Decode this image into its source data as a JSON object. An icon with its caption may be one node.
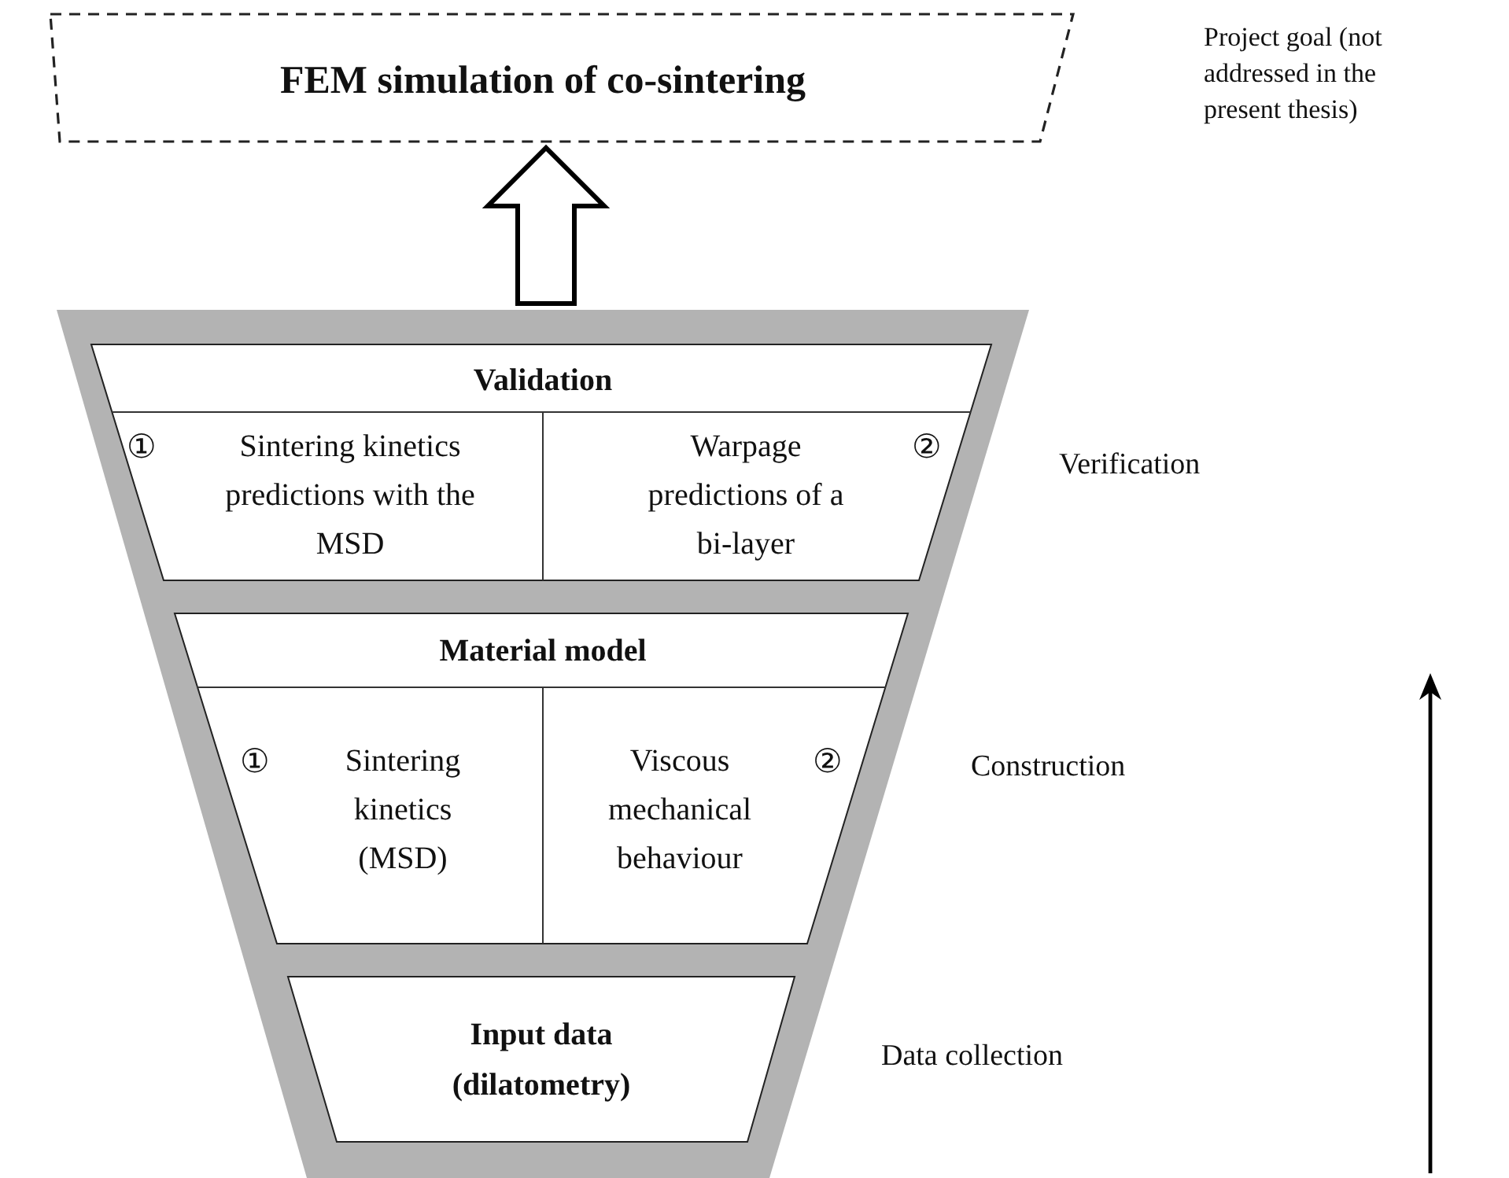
{
  "diagram": {
    "nodes": [
      {
        "text": [
          "FEM simulation of co-sintering"
        ]
      },
      {
        "text": [],
        "shape": "funnel"
      },
      {
        "text": [
          "Validation"
        ],
        "in": 1,
        "beside": [
          "Verification"
        ]
      },
      {
        "text": [
          "①",
          "Sintering kinetics predictions with the MSD"
        ],
        "in": 2
      },
      {
        "text": [
          "Warpage predictions of a bi-layer",
          "②"
        ],
        "in": 2
      },
      {
        "text": [
          "Material model"
        ],
        "in": 1,
        "beside": [
          "Construction"
        ]
      },
      {
        "text": [
          "①",
          "Sintering kinetics (MSD)"
        ],
        "in": 5
      },
      {
        "text": [
          "Viscous mechanical behaviour",
          "②"
        ],
        "in": 5
      },
      {
        "text": [
          "Input data (dilatometry)"
        ],
        "in": 1,
        "beside": [
          "Data collection"
        ]
      }
    ],
    "labels": [
      "Project goal (not addressed in the present thesis)"
    ],
    "edges": [
      {
        "from": 1,
        "to": 0,
        "arrow": "to",
        "style": "thick"
      }
    ]
  }
}
